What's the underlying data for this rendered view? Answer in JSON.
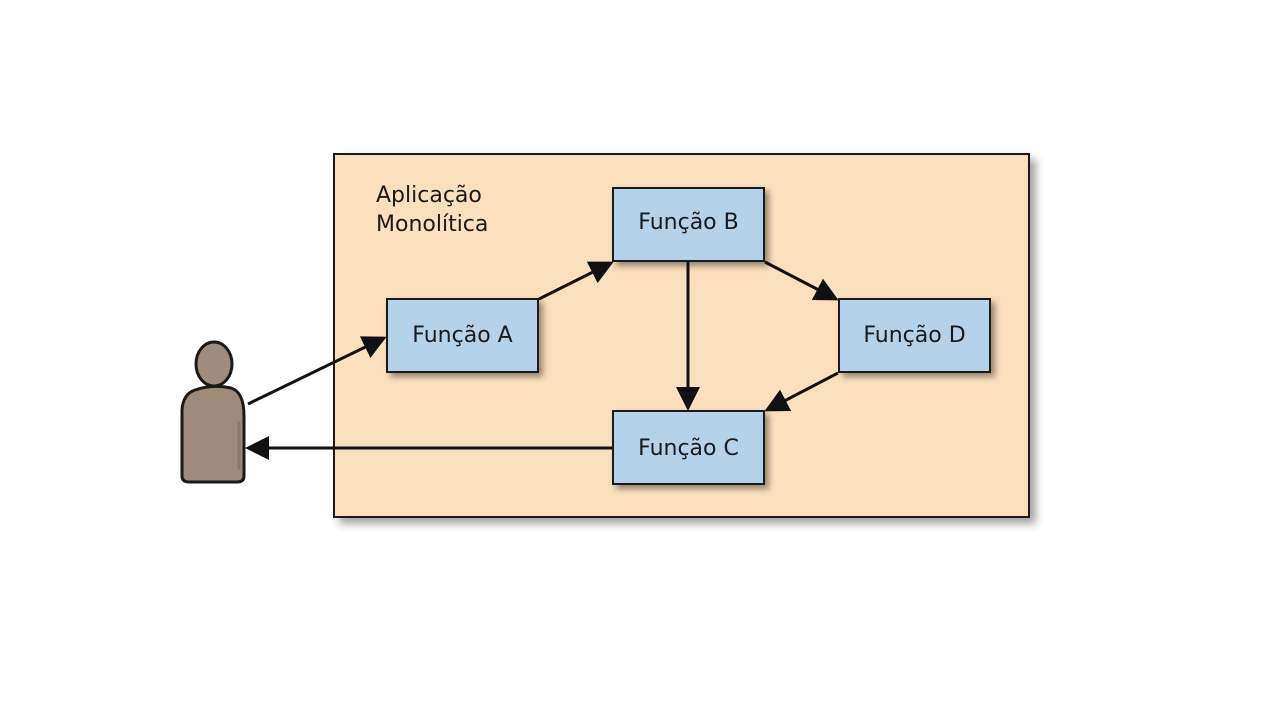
{
  "diagram": {
    "container": {
      "label_lines": [
        "Aplicação",
        "Monolítica"
      ],
      "fill": "#fcdfbd",
      "stroke": "#1a1a1a"
    },
    "nodes": [
      {
        "id": "a",
        "label": "Função A"
      },
      {
        "id": "b",
        "label": "Função B"
      },
      {
        "id": "c",
        "label": "Função C"
      },
      {
        "id": "d",
        "label": "Função D"
      }
    ],
    "edges": [
      {
        "from": "user",
        "to": "a"
      },
      {
        "from": "a",
        "to": "b"
      },
      {
        "from": "b",
        "to": "c"
      },
      {
        "from": "b",
        "to": "d"
      },
      {
        "from": "d",
        "to": "c"
      },
      {
        "from": "c",
        "to": "user"
      }
    ],
    "colors": {
      "node_fill": "#b4d3ea",
      "stroke": "#1a1a1a",
      "user_body": "#9e8a78",
      "user_head": "#a08d7b"
    },
    "icons": {
      "user": "person-icon"
    }
  }
}
